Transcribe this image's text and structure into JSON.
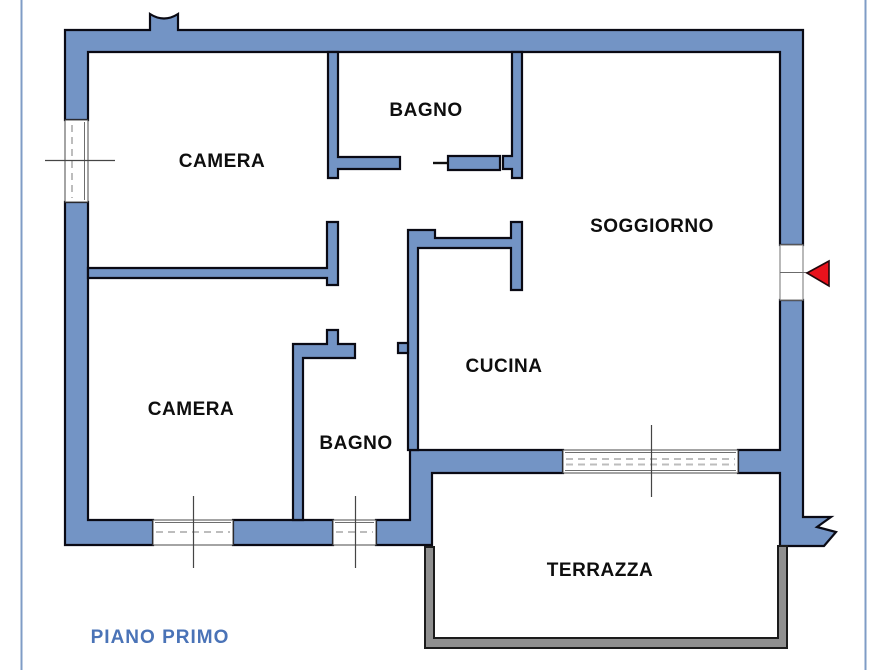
{
  "plan": {
    "floor_label": "PIANO PRIMO",
    "rooms": [
      {
        "id": "camera-1",
        "label": "CAMERA"
      },
      {
        "id": "bagno-1",
        "label": "BAGNO"
      },
      {
        "id": "soggiorno",
        "label": "SOGGIORNO"
      },
      {
        "id": "cucina",
        "label": "CUCINA"
      },
      {
        "id": "camera-2",
        "label": "CAMERA"
      },
      {
        "id": "bagno-2",
        "label": "BAGNO"
      },
      {
        "id": "terrazza",
        "label": "TERRAZZA"
      }
    ],
    "icons": {
      "entrance_arrow": "red-triangle-left-entrance-marker",
      "wall_break": "zigzag-wall-continuation",
      "windows": "double-line-window-with-center-dash-and-axis-cross"
    },
    "colors": {
      "wall_fill": "#7394c5",
      "wall_outline": "#0a0a14",
      "parapet_fill": "#8f8f8f",
      "floor_label_text": "#4a73b7",
      "room_label_text": "#0e0e0e",
      "entrance_arrow_red": "#e8121c",
      "page_border": "#7f9cc6"
    }
  }
}
